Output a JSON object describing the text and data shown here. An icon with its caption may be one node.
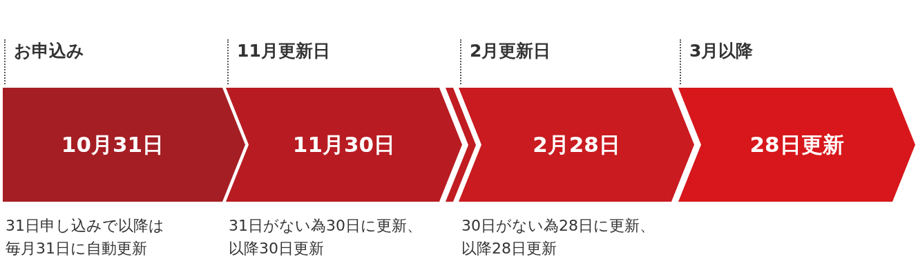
{
  "diagram": {
    "nodes": [
      {
        "text": [
          "お申込み",
          "10月31日"
        ],
        "beside": [
          "31日申し込みで以降は毎月31日に自動更新"
        ]
      },
      {
        "text": [
          "11月更新日",
          "11月30日"
        ],
        "beside": [
          "31日がない為30日に更新、以降30日更新"
        ]
      },
      {
        "text": [
          "2月更新日",
          "2月28日"
        ],
        "beside": [
          "30日がない為28日に更新、以降28日更新"
        ]
      },
      {
        "text": [
          "3月以降",
          "28日更新"
        ]
      }
    ]
  }
}
